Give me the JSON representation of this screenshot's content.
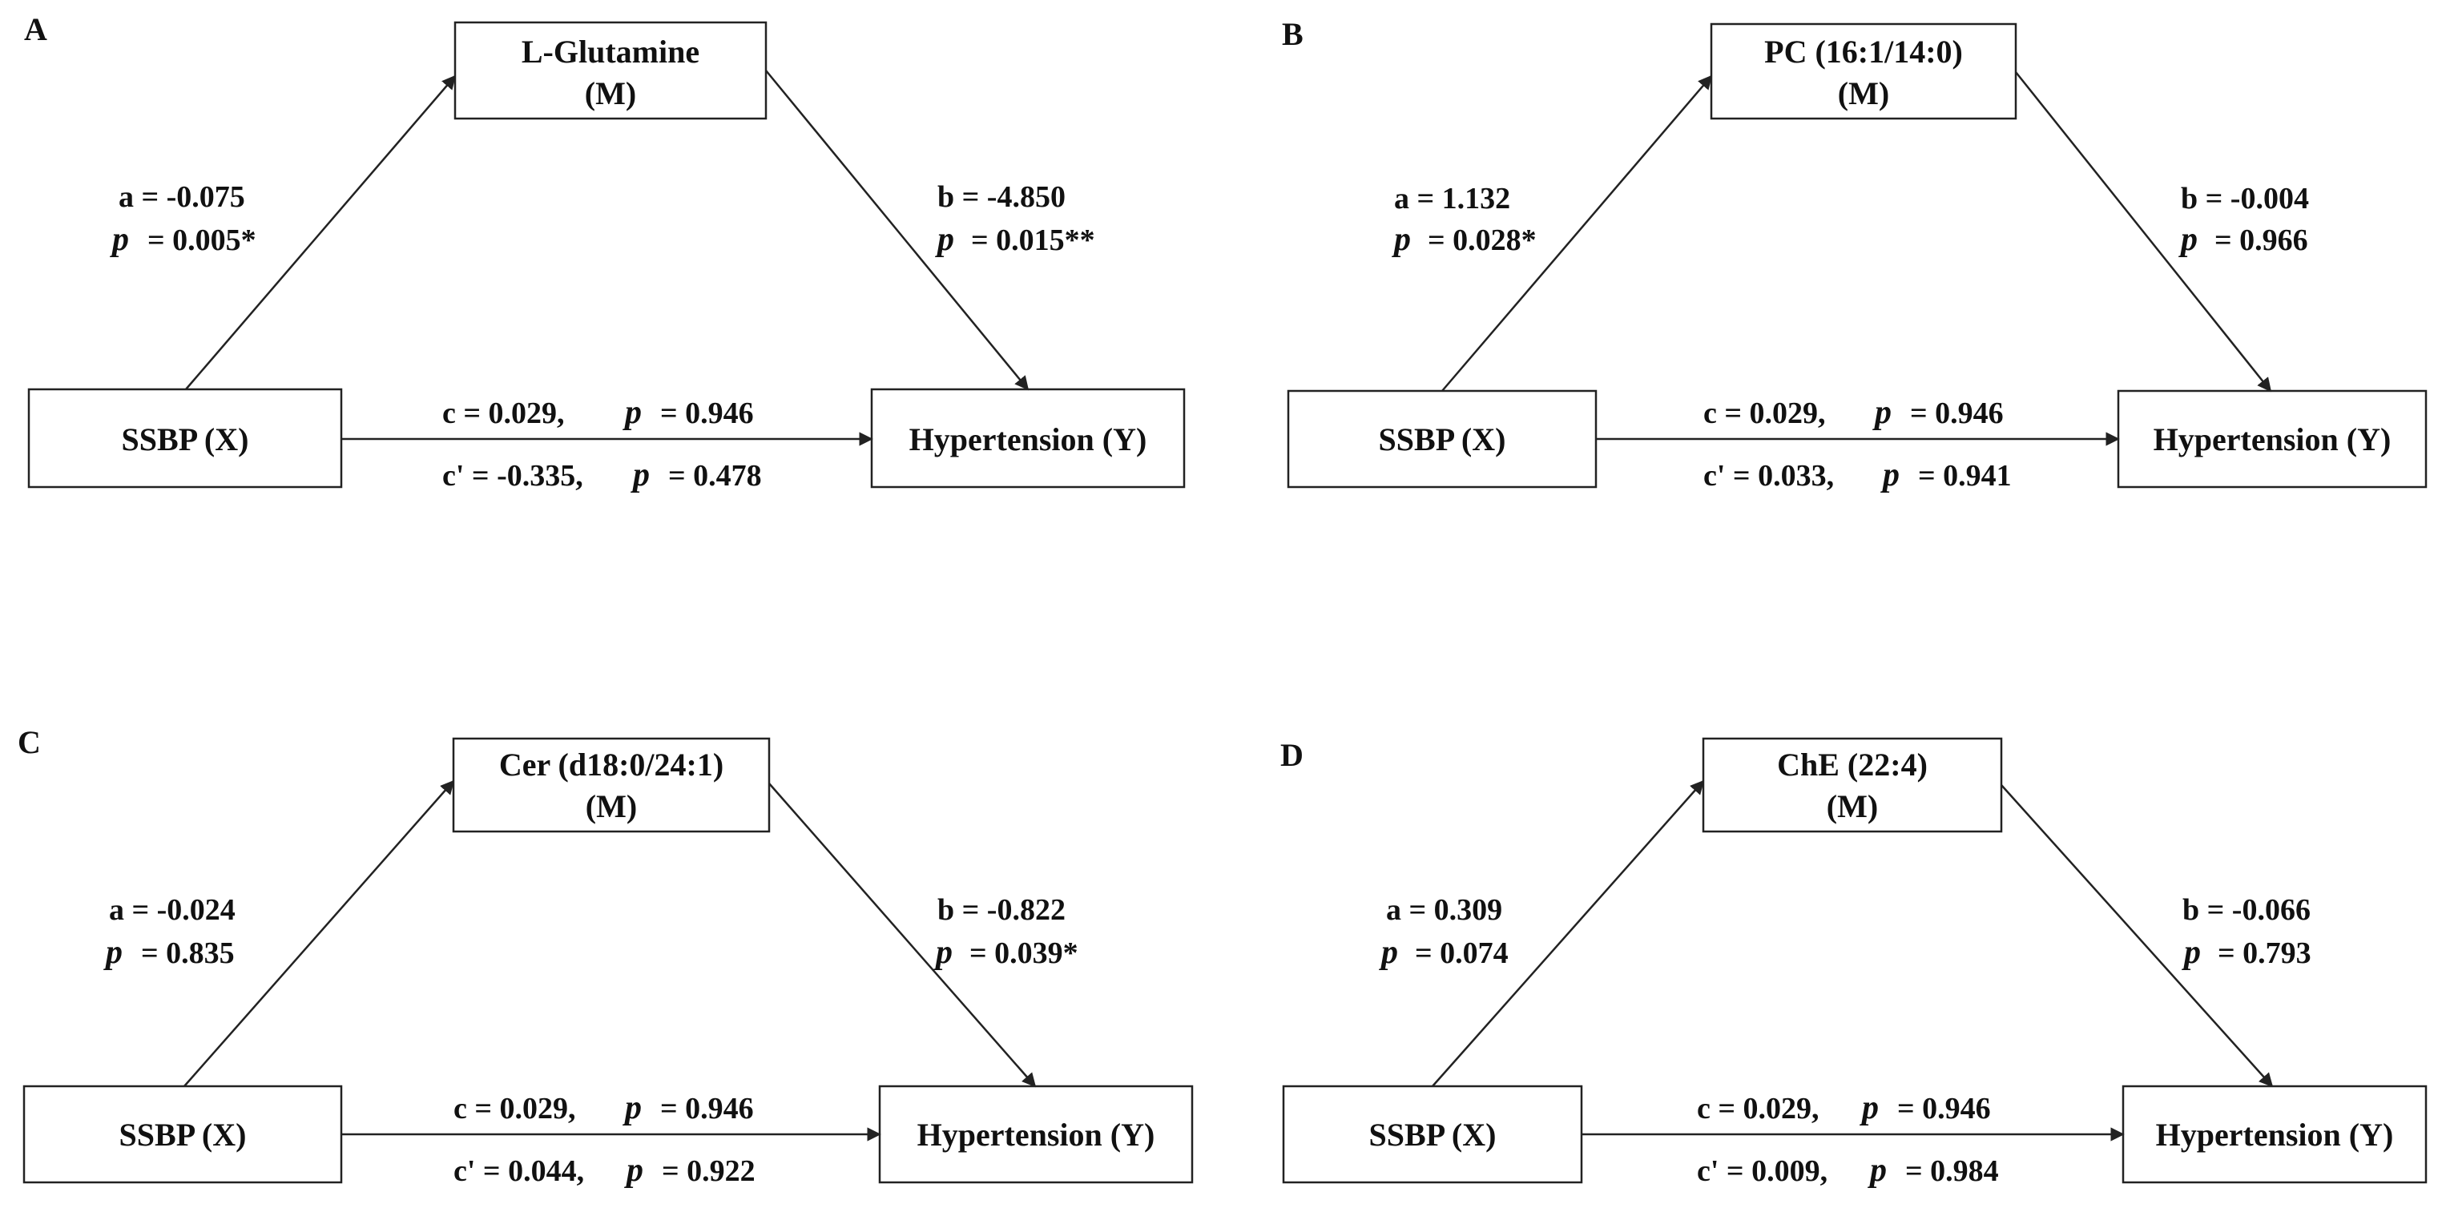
{
  "panels": [
    {
      "letter": "A",
      "mediator_line1": "L-Glutamine",
      "mediator_line2": "(M)",
      "x_label": "SSBP (X)",
      "y_label": "Hypertension (Y)",
      "a": {
        "coef": "a = -0.075",
        "p_symbol": "p",
        "p_value": "= 0.005*"
      },
      "b": {
        "coef": "b = -4.850",
        "p_symbol": "p",
        "p_value": "= 0.015**"
      },
      "c": {
        "coef": "c =  0.029,",
        "p_symbol": "p",
        "p_value": "= 0.946"
      },
      "c_prime": {
        "coef": "c' = -0.335,",
        "p_symbol": "p",
        "p_value": "= 0.478"
      }
    },
    {
      "letter": "B",
      "mediator_line1": "PC (16:1/14:0)",
      "mediator_line2": "(M)",
      "x_label": "SSBP (X)",
      "y_label": "Hypertension (Y)",
      "a": {
        "coef": "a = 1.132",
        "p_symbol": "p",
        "p_value": "= 0.028*"
      },
      "b": {
        "coef": "b = -0.004",
        "p_symbol": "p",
        "p_value": "= 0.966"
      },
      "c": {
        "coef": "c = 0.029,",
        "p_symbol": "p",
        "p_value": "= 0.946"
      },
      "c_prime": {
        "coef": "c' = 0.033,",
        "p_symbol": "p",
        "p_value": "= 0.941"
      }
    },
    {
      "letter": "C",
      "mediator_line1": "Cer (d18:0/24:1)",
      "mediator_line2": "(M)",
      "x_label": "SSBP (X)",
      "y_label": "Hypertension (Y)",
      "a": {
        "coef": "a = -0.024",
        "p_symbol": "p",
        "p_value": "= 0.835"
      },
      "b": {
        "coef": "b = -0.822",
        "p_symbol": "p",
        "p_value": "= 0.039*"
      },
      "c": {
        "coef": "c = 0.029,",
        "p_symbol": "p",
        "p_value": "= 0.946"
      },
      "c_prime": {
        "coef": "c' = 0.044,",
        "p_symbol": "p",
        "p_value": "= 0.922"
      }
    },
    {
      "letter": "D",
      "mediator_line1": "ChE (22:4)",
      "mediator_line2": "(M)",
      "x_label": "SSBP (X)",
      "y_label": "Hypertension (Y)",
      "a": {
        "coef": "a = 0.309",
        "p_symbol": "p",
        "p_value": "= 0.074"
      },
      "b": {
        "coef": "b = -0.066",
        "p_symbol": "p",
        "p_value": "= 0.793"
      },
      "c": {
        "coef": "c = 0.029,",
        "p_symbol": "p",
        "p_value": "= 0.946"
      },
      "c_prime": {
        "coef": "c' = 0.009,",
        "p_symbol": "p",
        "p_value": "= 0.984"
      }
    }
  ]
}
